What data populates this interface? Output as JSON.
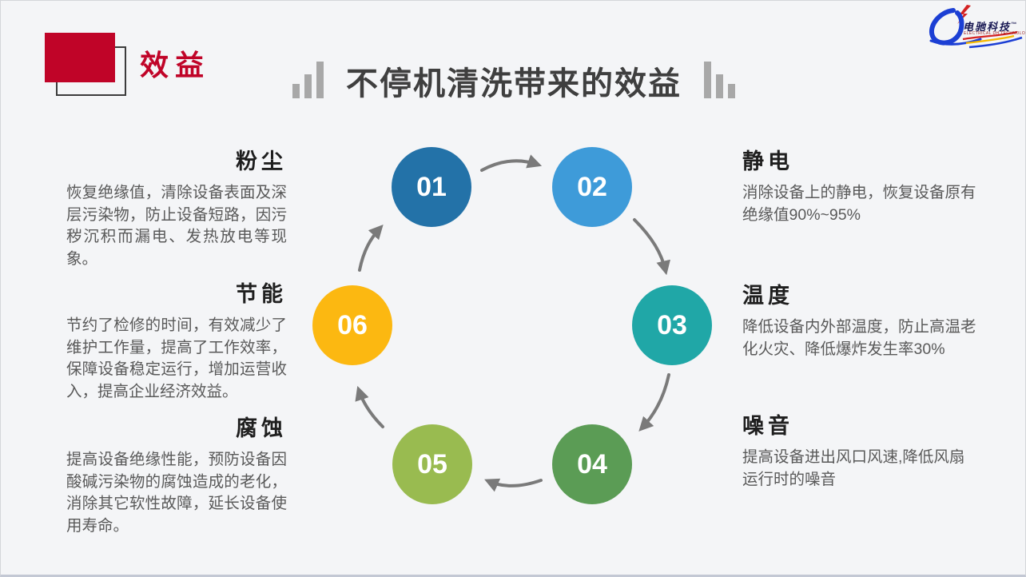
{
  "page": {
    "background": "#F4F5F7",
    "accent_red": "#C00428",
    "title_gray": "#3F3F3F",
    "body_gray": "#595959",
    "decor_bar_gray": "#A8A8A8",
    "arrow_gray": "#7A7A7A"
  },
  "header": {
    "section_title": "效益"
  },
  "title": {
    "text": "不停机清洗带来的效益"
  },
  "logo": {
    "brand": "电驰科技",
    "tm": "™",
    "tagline": "ELECTRICAL DH TECHNOLOGY",
    "blue": "#1C3FD4",
    "red": "#D42222",
    "yellow": "#F5B800"
  },
  "diagram": {
    "circles": [
      {
        "num": "01",
        "color": "#2372A8"
      },
      {
        "num": "02",
        "color": "#3E9BD9"
      },
      {
        "num": "03",
        "color": "#20A7A7"
      },
      {
        "num": "04",
        "color": "#5B9C55"
      },
      {
        "num": "05",
        "color": "#99BB50"
      },
      {
        "num": "06",
        "color": "#FCB811"
      }
    ]
  },
  "left_blocks": [
    {
      "heading": "粉尘",
      "body": "恢复绝缘值，清除设备表面及深层污染物，防止设备短路，因污秽沉积而漏电、发热放电等现象。"
    },
    {
      "heading": "节能",
      "body": "节约了检修的时间，有效减少了维护工作量，提高了工作效率，保障设备稳定运行，增加运营收入，提高企业经济效益。"
    },
    {
      "heading": "腐蚀",
      "body": "提高设备绝缘性能，预防设备因酸碱污染物的腐蚀造成的老化，消除其它软性故障，延长设备使用寿命。"
    }
  ],
  "right_blocks": [
    {
      "heading": "静电",
      "body": "消除设备上的静电，恢复设备原有绝缘值90%~95%"
    },
    {
      "heading": "温度",
      "body": "降低设备内外部温度，防止高温老化火灾、降低爆炸发生率30%"
    },
    {
      "heading": "噪音",
      "body": "提高设备进出风口风速,降低风扇运行时的噪音"
    }
  ]
}
